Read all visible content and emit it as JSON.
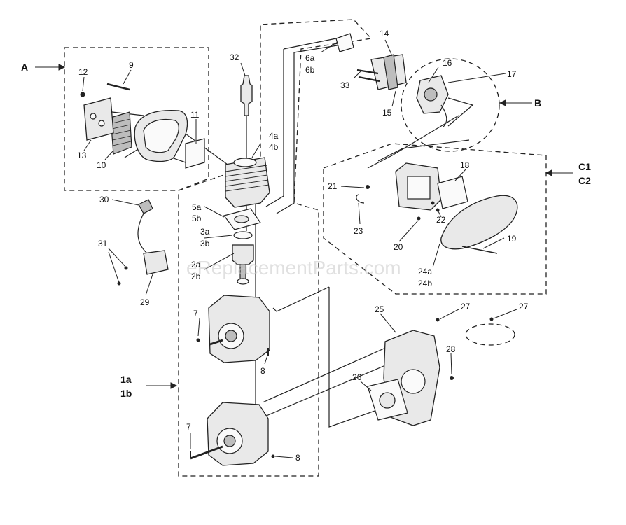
{
  "watermark": "eReplacementParts.com",
  "section_letters": {
    "a": "A",
    "b": "B",
    "c1": "C1",
    "c2": "C2",
    "1a": "1a",
    "1b": "1b"
  },
  "callouts": {
    "n2a": "2a",
    "n2b": "2b",
    "n3a": "3a",
    "n3b": "3b",
    "n4a": "4a",
    "n4b": "4b",
    "n5a": "5a",
    "n5b": "5b",
    "n6a": "6a",
    "n6b": "6b",
    "n7_top": "7",
    "n7_bottom": "7",
    "n8_top": "8",
    "n8_bottom": "8",
    "n9": "9",
    "n10": "10",
    "n11": "11",
    "n12": "12",
    "n13": "13",
    "n14": "14",
    "n15": "15",
    "n16": "16",
    "n17": "17",
    "n18": "18",
    "n19": "19",
    "n20": "20",
    "n21": "21",
    "n22": "22",
    "n23": "23",
    "n24a": "24a",
    "n24b": "24b",
    "n25": "25",
    "n26": "26",
    "n27_left": "27",
    "n27_right": "27",
    "n28": "28",
    "n29": "29",
    "n30": "30",
    "n31": "31",
    "n32": "32",
    "n33": "33"
  }
}
